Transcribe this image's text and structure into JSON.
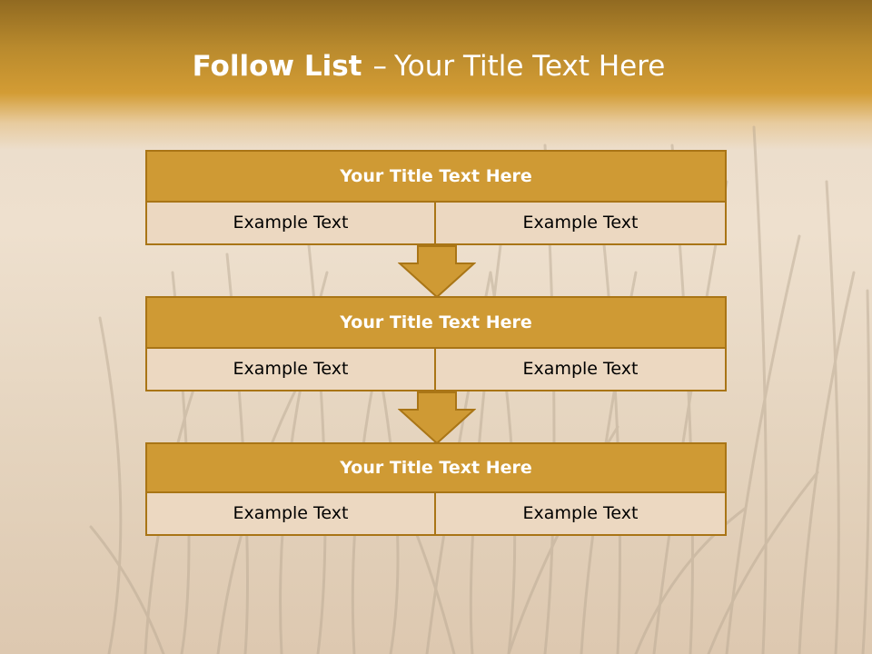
{
  "slide": {
    "title_bold": "Follow List",
    "title_dash": "–",
    "title_rest": "Your Title Text Here"
  },
  "blocks": [
    {
      "title": "Your Title Text Here",
      "left": "Example Text",
      "right": "Example Text"
    },
    {
      "title": "Your Title Text Here",
      "left": "Example Text",
      "right": "Example Text"
    },
    {
      "title": "Your Title Text Here",
      "left": "Example Text",
      "right": "Example Text"
    }
  ],
  "colors": {
    "header": "#b98a2d",
    "block_title": "#cf9a34",
    "border": "#a97516",
    "cell": "#ecd8c1",
    "arrow": "#cf9a34"
  }
}
